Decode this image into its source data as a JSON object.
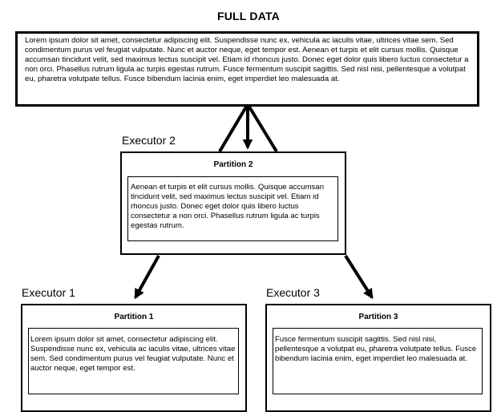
{
  "diagram": {
    "title": "FULL DATA",
    "full_data_text": "Lorem ipsum dolor sit amet, consectetur adipiscing elit. Suspendisse nunc ex, vehicula ac iaculis vitae, ultrices vitae sem. Sed condimentum purus vel feugiat vulputate. Nunc et auctor neque, eget tempor est. Aenean et turpis et elit cursus mollis. Quisque accumsan tincidunt velit, sed maximus lectus suscipit vel. Etiam id rhoncus justo. Donec eget dolor quis libero luctus consectetur a non orci. Phasellus rutrum ligula ac turpis egestas rutrum. Fusce fermentum suscipit sagittis. Sed nisl nisi, pellentesque a volutpat eu, pharetra volutpate tellus. Fusce bibendum lacinia enim, eget imperdiet leo malesuada at.",
    "executors": [
      {
        "label": "Executor  1",
        "partition_title": "Partition 1",
        "partition_text": "Lorem ipsum dolor sit amet, consectetur adipiscing elit. Suspendisse nunc ex, vehicula ac iaculis vitae, ultrices vitae sem. Sed condimentum purus vel feugiat vulputate. Nunc et auctor neque, eget tempor est."
      },
      {
        "label": "Executor  2",
        "partition_title": "Partition 2",
        "partition_text": "Aenean et turpis et elit cursus mollis. Quisque accumsan tincidunt velit, sed maximus lectus suscipit vel. Etiam id rhoncus justo. Donec eget dolor quis libero luctus consectetur a non orci. Phasellus rutrum ligula ac turpis egestas rutrum."
      },
      {
        "label": "Executor  3",
        "partition_title": "Partition 3",
        "partition_text": "Fusce fermentum suscipit sagittis. Sed nisl nisi, pellentesque a volutpat eu, pharetra volutpate tellus. Fusce bibendum lacinia enim, eget imperdiet leo malesuada at."
      }
    ]
  }
}
